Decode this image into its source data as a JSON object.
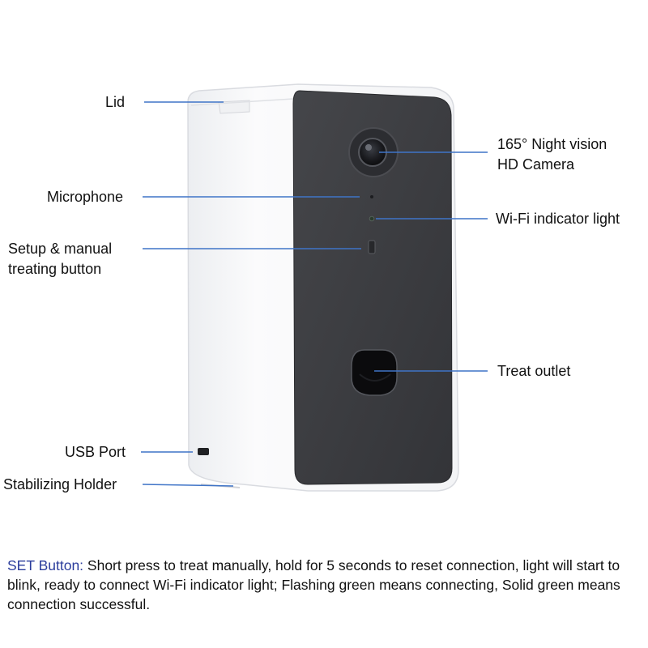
{
  "labels": {
    "lid": "Lid",
    "microphone": "Microphone",
    "setup_button_line1": "Setup & manual",
    "setup_button_line2": "treating button",
    "usb_port": "USB Port",
    "stabilizing_holder": "Stabilizing Holder",
    "camera_line1": "165° Night vision",
    "camera_line2": "HD Camera",
    "wifi_light": "Wi-Fi indicator light",
    "treat_outlet": "Treat outlet"
  },
  "description": {
    "key": "SET Button:",
    "text": " Short press to treat manually, hold for 5 seconds to reset connection, light will start to blink, ready to connect Wi-Fi indicator light; Flashing green means connecting, Solid green means connection successful."
  },
  "colors": {
    "leader_line": "#3f74c7",
    "device_body": "#f7f7f8",
    "device_face": "#3b3c40",
    "key_text": "#2b3d9c"
  }
}
